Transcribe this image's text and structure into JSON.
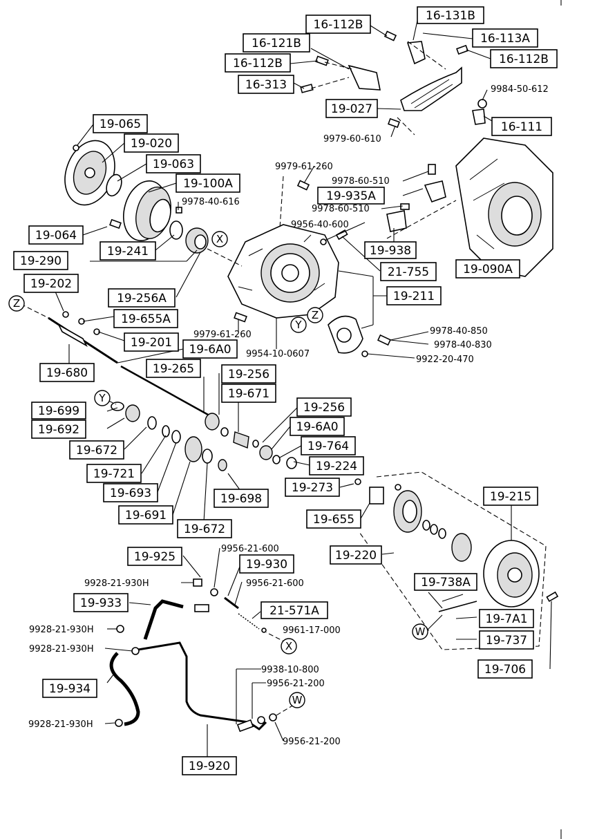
{
  "boxed_labels": [
    {
      "id": "l1",
      "text": "16-112B"
    },
    {
      "id": "l2",
      "text": "16-131B"
    },
    {
      "id": "l3",
      "text": "16-113A"
    },
    {
      "id": "l4",
      "text": "16-121B"
    },
    {
      "id": "l5",
      "text": "16-112B"
    },
    {
      "id": "l6",
      "text": "16-112B"
    },
    {
      "id": "l7",
      "text": "16-313"
    },
    {
      "id": "l8",
      "text": "19-027"
    },
    {
      "id": "l9",
      "text": "16-111"
    },
    {
      "id": "l10",
      "text": "19-065"
    },
    {
      "id": "l11",
      "text": "19-020"
    },
    {
      "id": "l12",
      "text": "19-063"
    },
    {
      "id": "l13",
      "text": "19-100A"
    },
    {
      "id": "l14",
      "text": "19-935A"
    },
    {
      "id": "l15",
      "text": "19-064"
    },
    {
      "id": "l16",
      "text": "19-241"
    },
    {
      "id": "l17",
      "text": "19-290"
    },
    {
      "id": "l18",
      "text": "19-938"
    },
    {
      "id": "l19",
      "text": "21-755"
    },
    {
      "id": "l20",
      "text": "19-090A"
    },
    {
      "id": "l21",
      "text": "19-202"
    },
    {
      "id": "l22",
      "text": "19-256A"
    },
    {
      "id": "l23",
      "text": "19-211"
    },
    {
      "id": "l24",
      "text": "19-655A"
    },
    {
      "id": "l25",
      "text": "19-201"
    },
    {
      "id": "l26",
      "text": "19-6A0"
    },
    {
      "id": "l27",
      "text": "19-680"
    },
    {
      "id": "l28",
      "text": "19-265"
    },
    {
      "id": "l29",
      "text": "19-256"
    },
    {
      "id": "l30",
      "text": "19-671"
    },
    {
      "id": "l31",
      "text": "19-699"
    },
    {
      "id": "l32",
      "text": "19-256"
    },
    {
      "id": "l33",
      "text": "19-692"
    },
    {
      "id": "l34",
      "text": "19-6A0"
    },
    {
      "id": "l35",
      "text": "19-672"
    },
    {
      "id": "l36",
      "text": "19-764"
    },
    {
      "id": "l37",
      "text": "19-721"
    },
    {
      "id": "l38",
      "text": "19-224"
    },
    {
      "id": "l39",
      "text": "19-693"
    },
    {
      "id": "l40",
      "text": "19-273"
    },
    {
      "id": "l41",
      "text": "19-698"
    },
    {
      "id": "l42",
      "text": "19-691"
    },
    {
      "id": "l43",
      "text": "19-655"
    },
    {
      "id": "l44",
      "text": "19-215"
    },
    {
      "id": "l45",
      "text": "19-672"
    },
    {
      "id": "l46",
      "text": "19-925"
    },
    {
      "id": "l47",
      "text": "19-930"
    },
    {
      "id": "l48",
      "text": "19-220"
    },
    {
      "id": "l49",
      "text": "19-738A"
    },
    {
      "id": "l50",
      "text": "19-933"
    },
    {
      "id": "l51",
      "text": "21-571A"
    },
    {
      "id": "l52",
      "text": "19-7A1"
    },
    {
      "id": "l53",
      "text": "19-737"
    },
    {
      "id": "l54",
      "text": "19-706"
    },
    {
      "id": "l55",
      "text": "19-934"
    },
    {
      "id": "l56",
      "text": "19-920"
    }
  ],
  "plain_labels": [
    {
      "id": "p1",
      "text": "9984-50-612"
    },
    {
      "id": "p2",
      "text": "9979-60-610"
    },
    {
      "id": "p3",
      "text": "9979-61-260"
    },
    {
      "id": "p4",
      "text": "9978-60-510"
    },
    {
      "id": "p5",
      "text": "9978-40-616"
    },
    {
      "id": "p6",
      "text": "9978-60-510"
    },
    {
      "id": "p7",
      "text": "9956-40-600"
    },
    {
      "id": "p8",
      "text": "9979-61-260"
    },
    {
      "id": "p9",
      "text": "9954-10-0607"
    },
    {
      "id": "p10",
      "text": "9978-40-850"
    },
    {
      "id": "p11",
      "text": "9978-40-830"
    },
    {
      "id": "p12",
      "text": "9922-20-470"
    },
    {
      "id": "p13",
      "text": "9956-21-600"
    },
    {
      "id": "p14",
      "text": "9928-21-930H"
    },
    {
      "id": "p15",
      "text": "9956-21-600"
    },
    {
      "id": "p16",
      "text": "9928-21-930H"
    },
    {
      "id": "p17",
      "text": "9961-17-000"
    },
    {
      "id": "p18",
      "text": "9928-21-930H"
    },
    {
      "id": "p19",
      "text": "9938-10-800"
    },
    {
      "id": "p20",
      "text": "9956-21-200"
    },
    {
      "id": "p21",
      "text": "9928-21-930H"
    },
    {
      "id": "p22",
      "text": "9956-21-200"
    }
  ],
  "ref_markers": [
    {
      "id": "c1",
      "text": "X"
    },
    {
      "id": "c2",
      "text": "Z"
    },
    {
      "id": "c3",
      "text": "Y"
    },
    {
      "id": "c4",
      "text": "Z"
    },
    {
      "id": "c5",
      "text": "Y"
    },
    {
      "id": "c6",
      "text": "X"
    },
    {
      "id": "c7",
      "text": "W"
    },
    {
      "id": "c8",
      "text": "W"
    }
  ]
}
